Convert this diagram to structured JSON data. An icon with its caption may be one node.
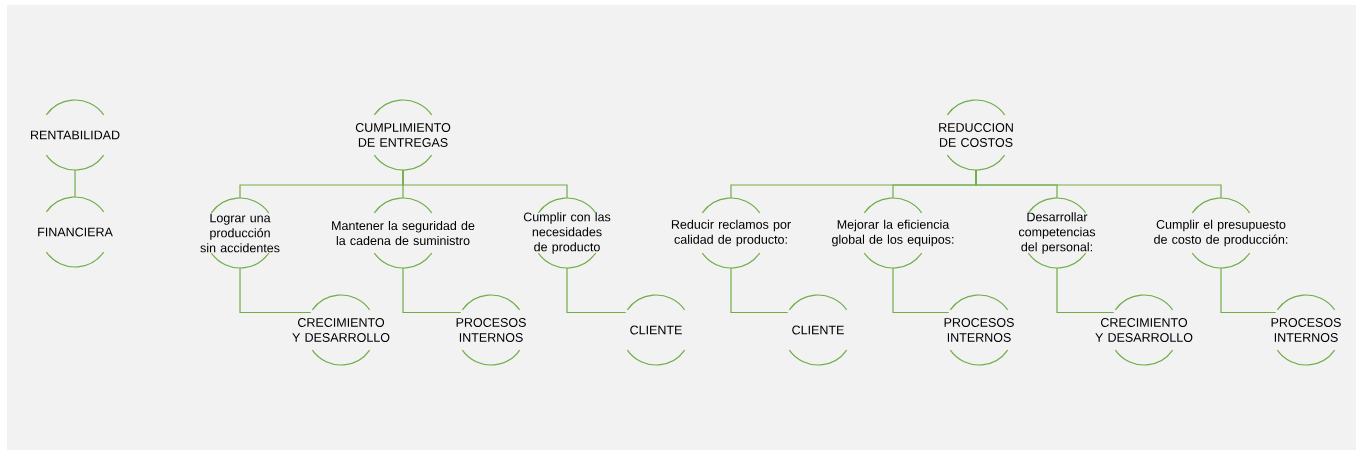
{
  "diagram": {
    "nodes": [
      {
        "text": [
          "RENTABILIDAD"
        ]
      },
      {
        "text": [
          "FINANCIERA"
        ]
      },
      {
        "text": [
          "CUMPLIMIENTO DE ENTREGAS"
        ]
      },
      {
        "text": [
          "Lograr una producción sin accidentes"
        ]
      },
      {
        "text": [
          "Mantener la seguridad de la cadena de suministro"
        ]
      },
      {
        "text": [
          "Cumplir con las necesidades de producto"
        ]
      },
      {
        "text": [
          "CRECIMIENTO Y DESARROLLO"
        ]
      },
      {
        "text": [
          "PROCESOS INTERNOS"
        ]
      },
      {
        "text": [
          "CLIENTE"
        ]
      },
      {
        "text": [
          "REDUCCION DE COSTOS"
        ]
      },
      {
        "text": [
          "Reducir reclamos por calidad de producto:"
        ]
      },
      {
        "text": [
          "Mejorar la eficiencia global de los equipos:"
        ]
      },
      {
        "text": [
          "Desarrollar competencias del personal:"
        ]
      },
      {
        "text": [
          "Cumplir el presupuesto de costo de producción:"
        ]
      },
      {
        "text": [
          "CLIENTE"
        ]
      },
      {
        "text": [
          "PROCESOS INTERNOS"
        ]
      },
      {
        "text": [
          "CRECIMIENTO Y DESARROLLO"
        ]
      },
      {
        "text": [
          "PROCESOS INTERNOS"
        ]
      }
    ],
    "edges": [
      {
        "from": 0,
        "to": 1,
        "arrow": "none"
      },
      {
        "from": 2,
        "to": 3,
        "arrow": "none"
      },
      {
        "from": 2,
        "to": 4,
        "arrow": "none"
      },
      {
        "from": 2,
        "to": 5,
        "arrow": "none"
      },
      {
        "from": 3,
        "to": 6,
        "arrow": "none"
      },
      {
        "from": 4,
        "to": 7,
        "arrow": "none"
      },
      {
        "from": 5,
        "to": 8,
        "arrow": "none"
      },
      {
        "from": 9,
        "to": 10,
        "arrow": "none"
      },
      {
        "from": 9,
        "to": 11,
        "arrow": "none"
      },
      {
        "from": 9,
        "to": 12,
        "arrow": "none"
      },
      {
        "from": 9,
        "to": 13,
        "arrow": "none"
      },
      {
        "from": 10,
        "to": 14,
        "arrow": "none"
      },
      {
        "from": 11,
        "to": 15,
        "arrow": "none"
      },
      {
        "from": 12,
        "to": 16,
        "arrow": "none"
      },
      {
        "from": 13,
        "to": 17,
        "arrow": "none"
      }
    ]
  }
}
